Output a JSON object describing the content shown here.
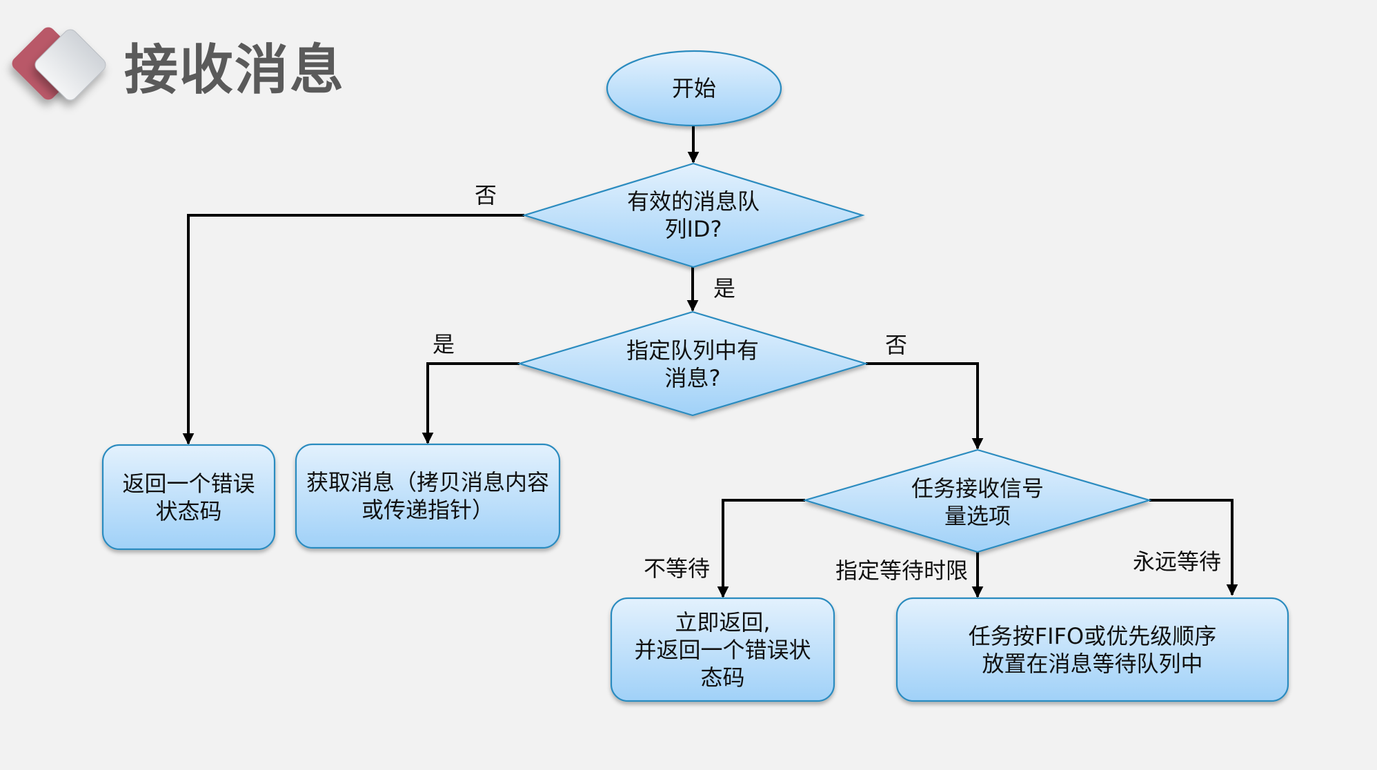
{
  "slide": {
    "title": "接收消息",
    "logo_icon": "double-diamond-icon"
  },
  "colors": {
    "background": "#f2f2f2",
    "node_fill_top": "#e3f1fd",
    "node_fill_bottom": "#a0d1f8",
    "node_border": "#2b8bbf",
    "edge": "#000000",
    "title": "#5a5a5a",
    "logo_red": "#b95968",
    "logo_gray": "#dcdfe3"
  },
  "diagram": {
    "nodes": [
      {
        "id": "start",
        "shape": "ellipse",
        "text": "开始"
      },
      {
        "id": "valid_id",
        "shape": "diamond",
        "text": "有效的消息队\n列ID?"
      },
      {
        "id": "has_msg",
        "shape": "diamond",
        "text": "指定队列中有\n消息?"
      },
      {
        "id": "return_error",
        "shape": "rounded-rect",
        "text": "返回一个错误\n状态码"
      },
      {
        "id": "get_msg",
        "shape": "rounded-rect",
        "text": "获取消息（拷贝消息内容\n或传递指针）"
      },
      {
        "id": "option",
        "shape": "diamond",
        "text": "任务接收信号\n量选项"
      },
      {
        "id": "return_now",
        "shape": "rounded-rect",
        "text": "立即返回,\n并返回一个错误状\n态码"
      },
      {
        "id": "enqueue",
        "shape": "rounded-rect",
        "text": "任务按FIFO或优先级顺序\n放置在消息等待队列中"
      }
    ],
    "edges": [
      {
        "from": "start",
        "to": "valid_id",
        "label": ""
      },
      {
        "from": "valid_id",
        "to": "return_error",
        "label": "否"
      },
      {
        "from": "valid_id",
        "to": "has_msg",
        "label": "是"
      },
      {
        "from": "has_msg",
        "to": "get_msg",
        "label": "是"
      },
      {
        "from": "has_msg",
        "to": "option",
        "label": "否"
      },
      {
        "from": "option",
        "to": "return_now",
        "label": "不等待"
      },
      {
        "from": "option",
        "to": "enqueue",
        "label": "指定等待时限"
      },
      {
        "from": "option",
        "to": "enqueue",
        "label": "永远等待"
      }
    ]
  }
}
